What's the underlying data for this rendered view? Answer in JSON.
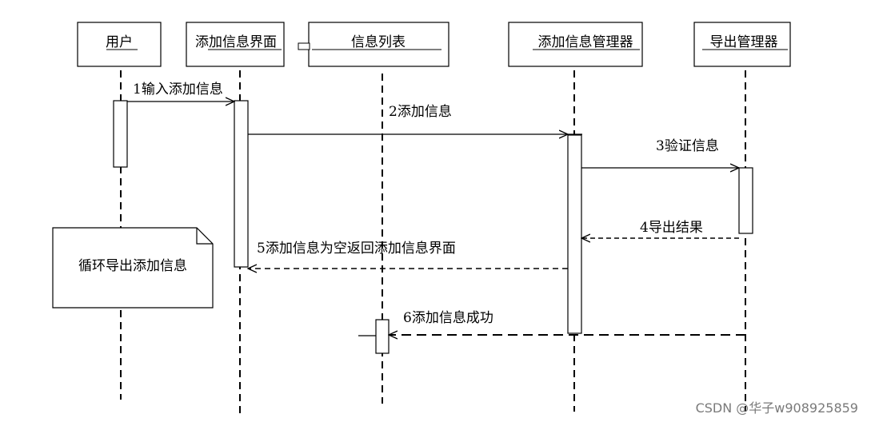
{
  "participants": {
    "user": "用户",
    "add_ui": "添加信息界面",
    "info_list": "信息列表",
    "add_manager": "添加信息管理器",
    "export_manager": "导出管理器"
  },
  "messages": {
    "m1": "1输入添加信息",
    "m2": "2添加信息",
    "m3": "3验证信息",
    "m4": "4导出结果",
    "m5": "5添加信息为空返回添加信息界面",
    "m6": "6添加信息成功"
  },
  "note": {
    "text": "循环导出添加信息"
  },
  "watermark": "CSDN @华子w908925859"
}
